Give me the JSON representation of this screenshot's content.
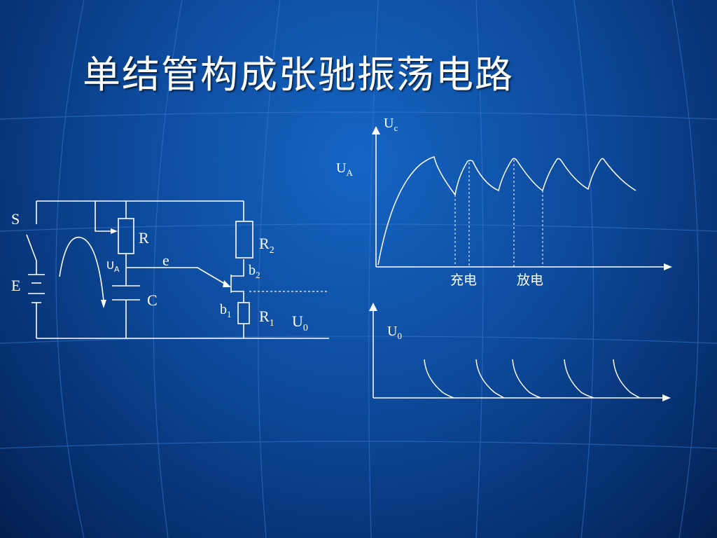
{
  "title": "单结管构成张驰振荡电路",
  "circuit": {
    "switch_label": "S",
    "battery_label": "E",
    "resistor_label": "R",
    "capacitor_label": "C",
    "ua_label": {
      "main": "U",
      "sub": "A"
    },
    "emitter_label": "e",
    "r2_label": {
      "main": "R",
      "sub": "2"
    },
    "r1_label": {
      "main": "R",
      "sub": "1"
    },
    "b2_label": {
      "main": "b",
      "sub": "2"
    },
    "b1_label": {
      "main": "b",
      "sub": "1"
    },
    "u0_label": {
      "main": "U",
      "sub": "0"
    }
  },
  "graph_top": {
    "y_axis_label": {
      "main": "U",
      "sub": "c"
    },
    "level_label": {
      "main": "U",
      "sub": "A"
    },
    "charge_label": "充电",
    "discharge_label": "放电"
  },
  "graph_bottom": {
    "y_axis_label": {
      "main": "U",
      "sub": "0"
    }
  },
  "colors": {
    "line": "#ffffff",
    "background": "#0d4a9c"
  }
}
